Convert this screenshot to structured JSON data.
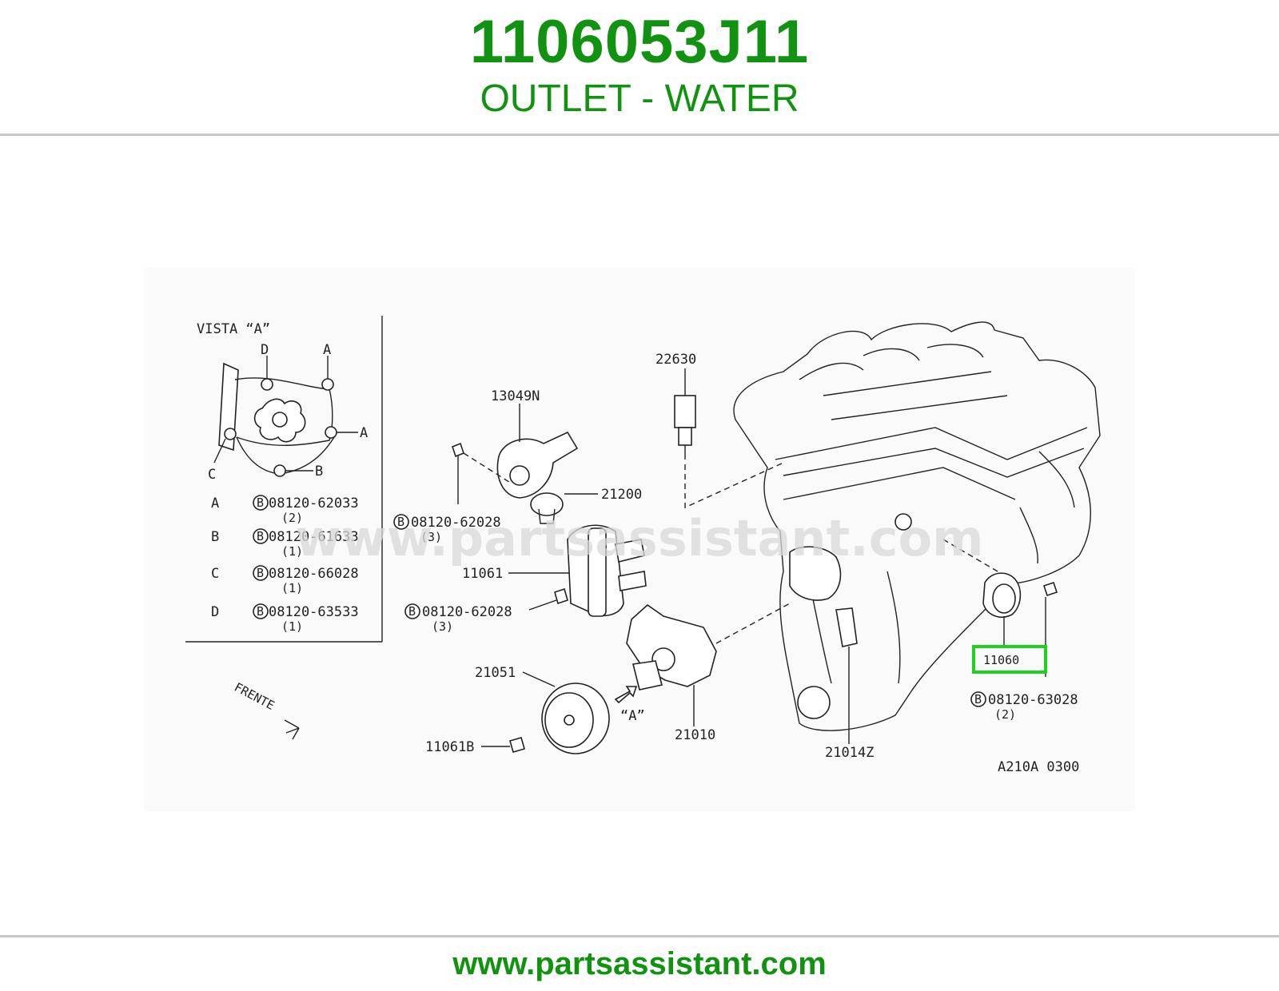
{
  "header": {
    "part_number": "1106053J11",
    "part_name": "OUTLET - WATER"
  },
  "footer": {
    "url": "www.partsassistant.com"
  },
  "diagram": {
    "watermark": "www.partsassistant.com",
    "inset": {
      "title": "VISTA “A”",
      "marks": {
        "d": "D",
        "a1": "A",
        "a2": "A",
        "b": "B",
        "c": "C"
      },
      "legend": [
        {
          "letter": "A",
          "part": "08120-62033",
          "qty": "(2)"
        },
        {
          "letter": "B",
          "part": "08120-61633",
          "qty": "(1)"
        },
        {
          "letter": "C",
          "part": "08120-66028",
          "qty": "(1)"
        },
        {
          "letter": "D",
          "part": "08120-63533",
          "qty": "(1)"
        }
      ]
    },
    "labels": {
      "p22630": "22630",
      "p13049n": "13049N",
      "p21200": "21200",
      "bolt1": "08120-62028",
      "bolt1_qty": "(3)",
      "p11061": "11061",
      "bolt2": "08120-62028",
      "bolt2_qty": "(3)",
      "p21051": "21051",
      "p11061b": "11061B",
      "view_a": "“A”",
      "p21010": "21010",
      "p21014z": "21014Z",
      "p11060": "11060",
      "bolt3": "08120-63028",
      "bolt3_qty": "(2)",
      "frente": "FRENTE",
      "code": "A210A 0300"
    },
    "bolt_symbol": "B",
    "highlight_color": "#1fd11f"
  },
  "colors": {
    "brand_green": "#119311",
    "rule_gray": "#c8c8c8"
  }
}
